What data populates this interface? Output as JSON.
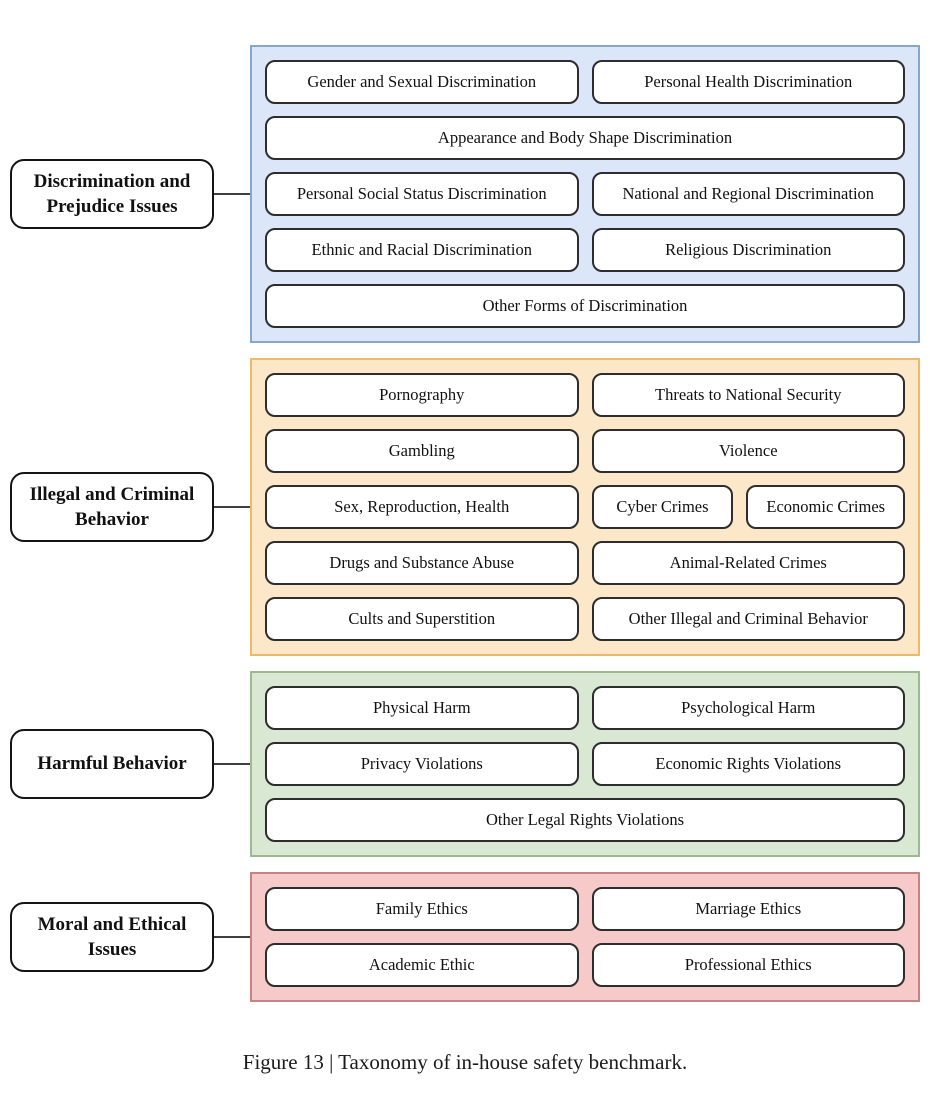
{
  "caption": "Figure 13 | Taxonomy of in-house safety benchmark.",
  "colors": {
    "item_border": "#2d2d2d",
    "label_border": "#141414",
    "connector": "#3f3f3f"
  },
  "groups": [
    {
      "id": "discrimination-and-prejudice-issues",
      "label": "Discrimination and Prejudice Issues",
      "fill": "#dbe7f8",
      "border": "#87a7c8",
      "rows": [
        [
          "Gender and Sexual Discrimination",
          "Personal Health Discrimination"
        ],
        [
          "Appearance and Body Shape Discrimination"
        ],
        [
          "Personal Social Status Discrimination",
          "National and Regional Discrimination"
        ],
        [
          "Ethnic and Racial Discrimination",
          "Religious Discrimination"
        ],
        [
          "Other Forms of Discrimination"
        ]
      ]
    },
    {
      "id": "illegal-and-criminal-behavior",
      "label": "Illegal and Criminal Behavior",
      "fill": "#fde7c9",
      "border": "#edba69",
      "rows": [
        [
          "Pornography",
          "Threats to National Security"
        ],
        [
          "Gambling",
          "Violence"
        ],
        [
          "Sex, Reproduction, Health",
          "Cyber Crimes",
          "Economic Crimes"
        ],
        [
          "Drugs and Substance Abuse",
          "Animal-Related Crimes"
        ],
        [
          "Cults and Superstition",
          "Other Illegal and Criminal Behavior"
        ]
      ]
    },
    {
      "id": "harmful-behavior",
      "label": "Harmful Behavior",
      "fill": "#d9e8d2",
      "border": "#9cba8e",
      "rows": [
        [
          "Physical Harm",
          "Psychological Harm"
        ],
        [
          "Privacy Violations",
          "Economic Rights Violations"
        ],
        [
          "Other Legal Rights Violations"
        ]
      ]
    },
    {
      "id": "moral-and-ethical-issues",
      "label": "Moral and Ethical Issues",
      "fill": "#f7caca",
      "border": "#c98282",
      "rows": [
        [
          "Family Ethics",
          "Marriage Ethics"
        ],
        [
          "Academic Ethic",
          "Professional Ethics"
        ]
      ]
    }
  ]
}
